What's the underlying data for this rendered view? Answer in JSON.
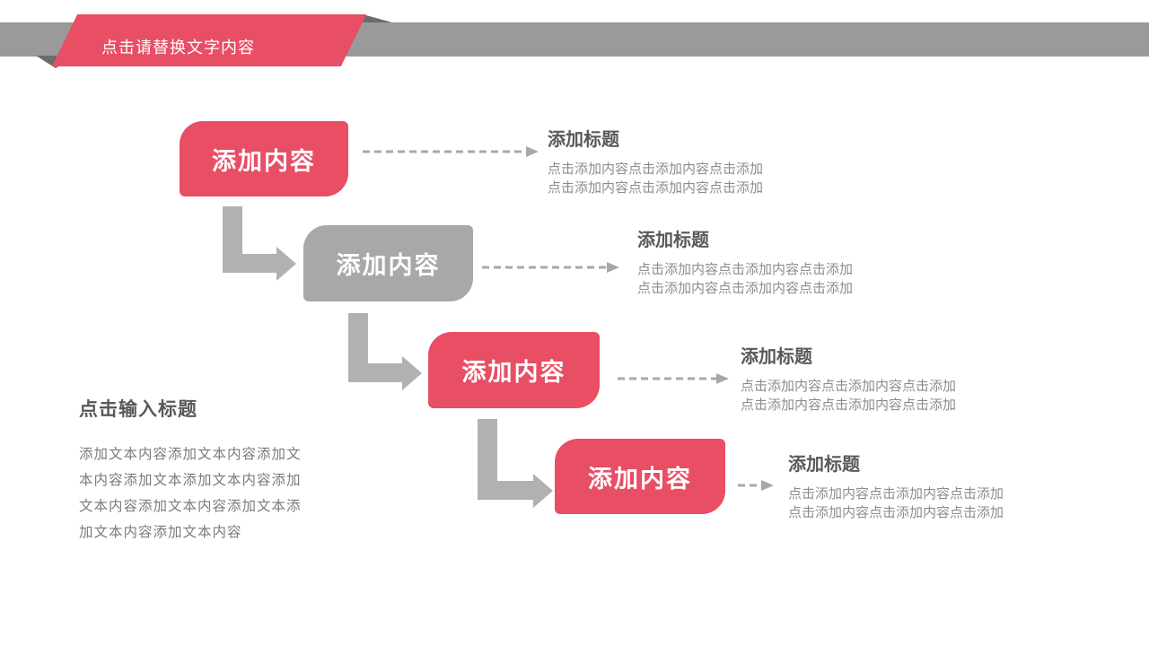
{
  "banner": {
    "label": "点击请替换文字内容"
  },
  "left_block": {
    "title": "点击输入标题",
    "body_lines": [
      "添加文本内容添加文本内容添加文",
      "本内容添加文本添加文本内容添加",
      "文本内容添加文本内容添加文本添",
      "加文本内容添加文本内容"
    ]
  },
  "steps": [
    {
      "box_label": "添加内容",
      "box_style": "pink",
      "title": "添加标题",
      "body_line1": "点击添加内容点击添加内容点击添加",
      "body_line2": "点击添加内容点击添加内容点击添加"
    },
    {
      "box_label": "添加内容",
      "box_style": "gray",
      "title": "添加标题",
      "body_line1": "点击添加内容点击添加内容点击添加",
      "body_line2": "点击添加内容点击添加内容点击添加"
    },
    {
      "box_label": "添加内容",
      "box_style": "pink",
      "title": "添加标题",
      "body_line1": "点击添加内容点击添加内容点击添加",
      "body_line2": "点击添加内容点击添加内容点击添加"
    },
    {
      "box_label": "添加内容",
      "box_style": "pink",
      "title": "添加标题",
      "body_line1": "点击添加内容点击添加内容点击添加",
      "body_line2": "点击添加内容点击添加内容点击添加"
    }
  ],
  "colors": {
    "accent_pink": "#e84e64",
    "banner_gray": "#9a9a9a",
    "banner_fold_dark": "#6c6c6c",
    "box_gray": "#a8a8a8",
    "connector_gray": "#b1b1b1",
    "dashed_arrow_gray": "#a8a8a8",
    "title_text": "#595959",
    "body_text": "#8c8c8c"
  }
}
